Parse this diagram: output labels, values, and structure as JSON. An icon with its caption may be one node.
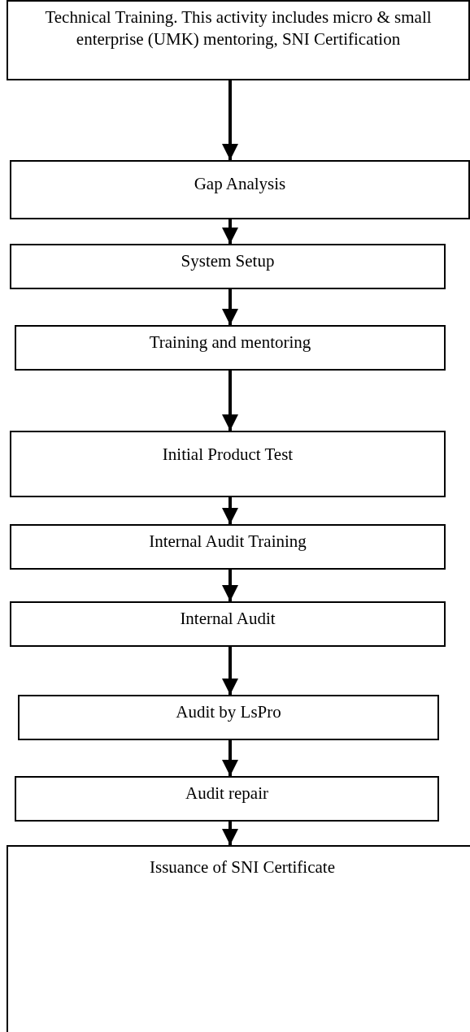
{
  "diagram": {
    "nodes": [
      {
        "text": [
          "Technical Training. This activity includes micro & small enterprise (UMK) mentoring, SNI Certification"
        ]
      },
      {
        "text": [
          "Gap Analysis"
        ]
      },
      {
        "text": [
          "System Setup"
        ]
      },
      {
        "text": [
          "Training and mentoring"
        ]
      },
      {
        "text": [
          "Initial Product Test"
        ]
      },
      {
        "text": [
          "Internal Audit Training"
        ]
      },
      {
        "text": [
          "Internal Audit"
        ]
      },
      {
        "text": [
          "Audit by LsPro"
        ]
      },
      {
        "text": [
          "Audit repair"
        ]
      },
      {
        "text": [
          "Issuance of SNI Certificate"
        ]
      }
    ],
    "edges": [
      {
        "from": 0,
        "to": 1,
        "arrow": "to"
      },
      {
        "from": 1,
        "to": 2,
        "arrow": "to"
      },
      {
        "from": 2,
        "to": 3,
        "arrow": "to"
      },
      {
        "from": 3,
        "to": 4,
        "arrow": "to"
      },
      {
        "from": 4,
        "to": 5,
        "arrow": "to"
      },
      {
        "from": 5,
        "to": 6,
        "arrow": "to"
      },
      {
        "from": 6,
        "to": 7,
        "arrow": "to"
      },
      {
        "from": 7,
        "to": 8,
        "arrow": "to"
      },
      {
        "from": 8,
        "to": 9,
        "arrow": "to"
      }
    ]
  }
}
